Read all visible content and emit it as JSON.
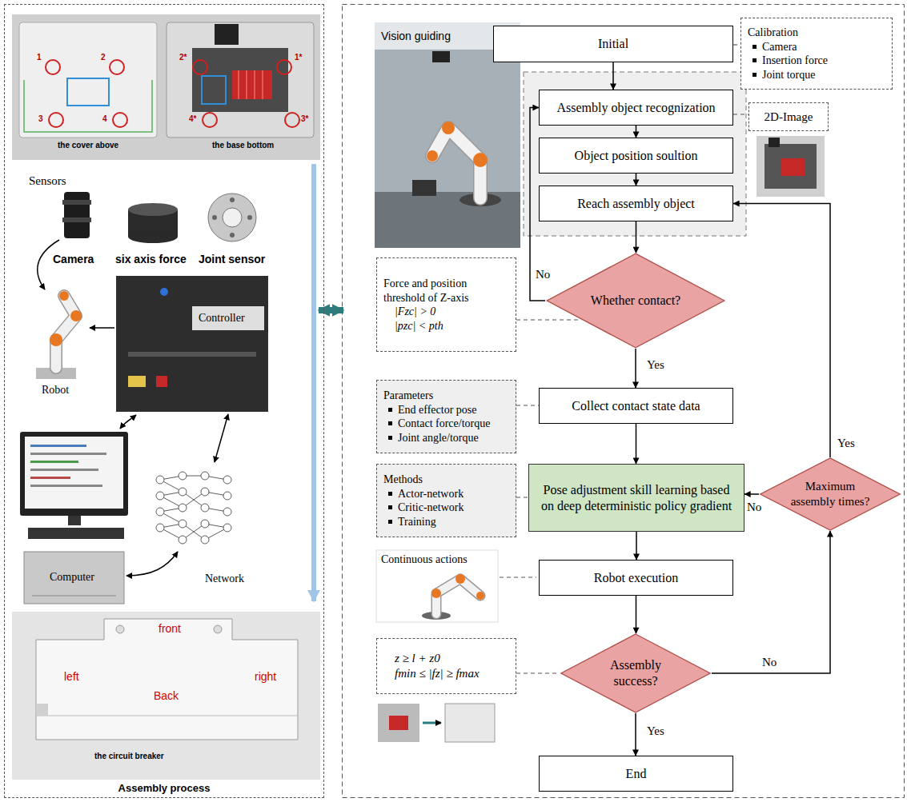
{
  "diagram": {
    "nodes": [
      {
        "text": [
          "Assembly process"
        ]
      },
      {
        "text": [
          "Initial"
        ]
      },
      {
        "text": [
          "Calibration",
          "Camera",
          "Insertion force",
          "Joint torque"
        ]
      },
      {
        "text": [
          "Assembly object recognization"
        ]
      },
      {
        "text": [
          "Object position soultion"
        ]
      },
      {
        "text": [
          "Reach assembly object"
        ]
      },
      {
        "text": [
          "2D-Image"
        ]
      },
      {
        "text": [
          "Force and position threshold of Z-axis",
          "|Fzc| > 0",
          "|pzc| < pth"
        ]
      },
      {
        "text": [
          "Whether contact?"
        ]
      },
      {
        "text": [
          "Collect contact state data"
        ]
      },
      {
        "text": [
          "Parameters",
          "End effector pose",
          "Contact force/torque",
          "Joint angle/torque"
        ]
      },
      {
        "text": [
          "Pose adjustment skill learning based on deep deterministic policy gradient"
        ]
      },
      {
        "text": [
          "Methods",
          "Actor-network",
          "Critic-network",
          "Training"
        ]
      },
      {
        "text": [
          "Maximum assembly times?"
        ]
      },
      {
        "text": [
          "Robot execution"
        ]
      },
      {
        "text": [
          "Assembly success?"
        ]
      },
      {
        "text": [
          "z ≥ l + z0",
          "fmin ≤ |fz| ≥ fmax"
        ]
      },
      {
        "text": [
          "End"
        ]
      }
    ],
    "edges": [
      {
        "from": 1,
        "to": 3,
        "arrow": "to"
      },
      {
        "from": 1,
        "to": 2,
        "arrow": "none"
      },
      {
        "from": 3,
        "to": 4,
        "arrow": "to"
      },
      {
        "from": 4,
        "to": 5,
        "arrow": "to"
      },
      {
        "from": 3,
        "to": 6,
        "arrow": "none"
      },
      {
        "from": 5,
        "to": 8,
        "arrow": "to"
      },
      {
        "from": 7,
        "to": 8,
        "arrow": "none"
      },
      {
        "from": 8,
        "to": 3,
        "label": "No",
        "arrow": "to"
      },
      {
        "from": 8,
        "to": 9,
        "label": "Yes",
        "arrow": "to"
      },
      {
        "from": 10,
        "to": 9,
        "arrow": "none"
      },
      {
        "from": 9,
        "to": 11,
        "arrow": "to"
      },
      {
        "from": 12,
        "to": 11,
        "arrow": "none"
      },
      {
        "from": 11,
        "to": 14,
        "arrow": "to"
      },
      {
        "from": 14,
        "to": 15,
        "arrow": "to"
      },
      {
        "from": 16,
        "to": 15,
        "arrow": "none"
      },
      {
        "from": 15,
        "to": 17,
        "label": "Yes",
        "arrow": "to"
      },
      {
        "from": 15,
        "to": 13,
        "label": "No",
        "arrow": "to"
      },
      {
        "from": 13,
        "to": 11,
        "label": "No",
        "arrow": "to"
      },
      {
        "from": 13,
        "to": 5,
        "label": "Yes",
        "arrow": "to"
      }
    ],
    "labels": [
      "Vision guiding",
      "Continuous actions",
      "Sensors",
      "Camera",
      "six axis force",
      "Joint sensor",
      "Robot",
      "Controller",
      "Computer",
      "Network",
      "the cover above",
      "the base bottom",
      "1",
      "2",
      "3",
      "4",
      "2*",
      "1*",
      "4*",
      "3*",
      "front",
      "left",
      "right",
      "Back",
      "the circuit breaker"
    ]
  }
}
